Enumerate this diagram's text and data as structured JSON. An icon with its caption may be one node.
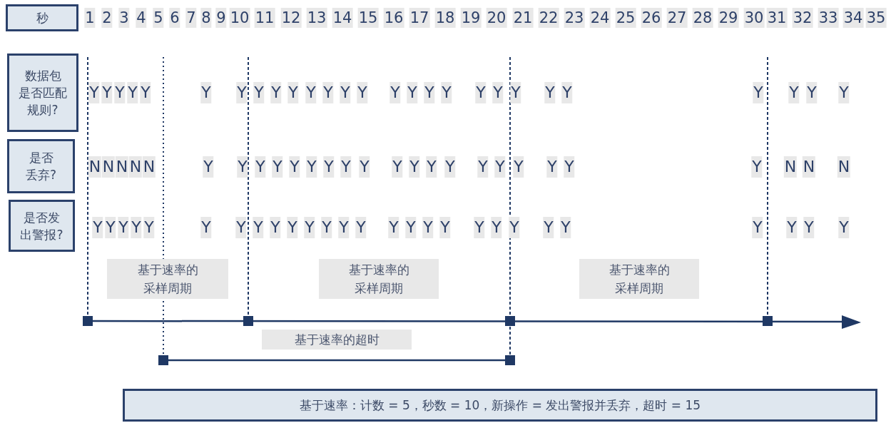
{
  "diagram": {
    "nodes": [
      {
        "text": [
          "秒"
        ]
      },
      {
        "text": [
          "数据包是否匹配规则?"
        ]
      },
      {
        "text": [
          "是否丢弃?"
        ]
      },
      {
        "text": [
          "是否发出警报?"
        ]
      },
      {
        "text": [
          "基于速率：计数 = 5，秒数 = 10，新操作 = 发出警报并丢弃，超时 = 15"
        ]
      }
    ],
    "labels": [
      "1",
      "2",
      "3",
      "4",
      "5",
      "6",
      "7",
      "8",
      "9",
      "10",
      "11",
      "12",
      "13",
      "14",
      "15",
      "16",
      "17",
      "18",
      "19",
      "20",
      "21",
      "22",
      "23",
      "24",
      "25",
      "26",
      "27",
      "28",
      "29",
      "30",
      "31",
      "32",
      "33",
      "34",
      "35",
      "Y",
      "Y",
      "Y",
      "Y",
      "Y",
      "Y",
      "Y",
      "Y",
      "Y",
      "Y",
      "Y",
      "Y",
      "Y",
      "Y",
      "Y",
      "Y",
      "Y",
      "Y",
      "Y",
      "Y",
      "Y",
      "Y",
      "Y",
      "Y",
      "Y",
      "Y",
      "Y",
      "N",
      "N",
      "N",
      "N",
      "N",
      "Y",
      "Y",
      "Y",
      "Y",
      "Y",
      "Y",
      "Y",
      "Y",
      "Y",
      "Y",
      "Y",
      "Y",
      "Y",
      "Y",
      "Y",
      "Y",
      "Y",
      "Y",
      "Y",
      "N",
      "N",
      "N",
      "Y",
      "Y",
      "Y",
      "Y",
      "Y",
      "Y",
      "Y",
      "Y",
      "Y",
      "Y",
      "Y",
      "Y",
      "Y",
      "Y",
      "Y",
      "Y",
      "Y",
      "Y",
      "Y",
      "Y",
      "Y",
      "Y",
      "Y",
      "Y",
      "Y",
      "Y",
      "Y",
      "基于速率的采样周期",
      "基于速率的采样周期",
      "基于速率的采样周期",
      "基于速率的超时"
    ]
  }
}
